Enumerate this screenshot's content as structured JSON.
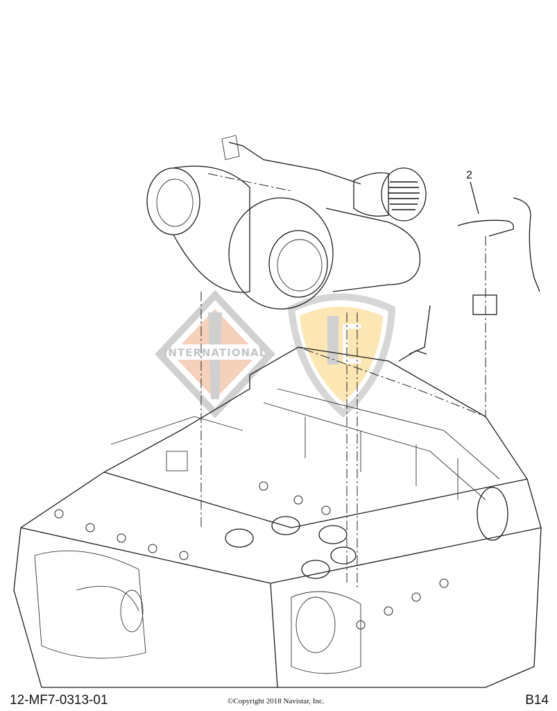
{
  "diagram": {
    "callouts": [
      {
        "label": "2"
      }
    ],
    "watermarks": {
      "international_logo_text": "INTERNATIONAL",
      "international_color": "#f4c9b0",
      "ic_shield_color": "#fce3a8",
      "watermark_gray": "#c8c8c8"
    }
  },
  "footer": {
    "figure_id": "12-MF7-0313-01",
    "copyright": "©Copyright 2018 Navistar, Inc.",
    "page_code": "B14"
  }
}
